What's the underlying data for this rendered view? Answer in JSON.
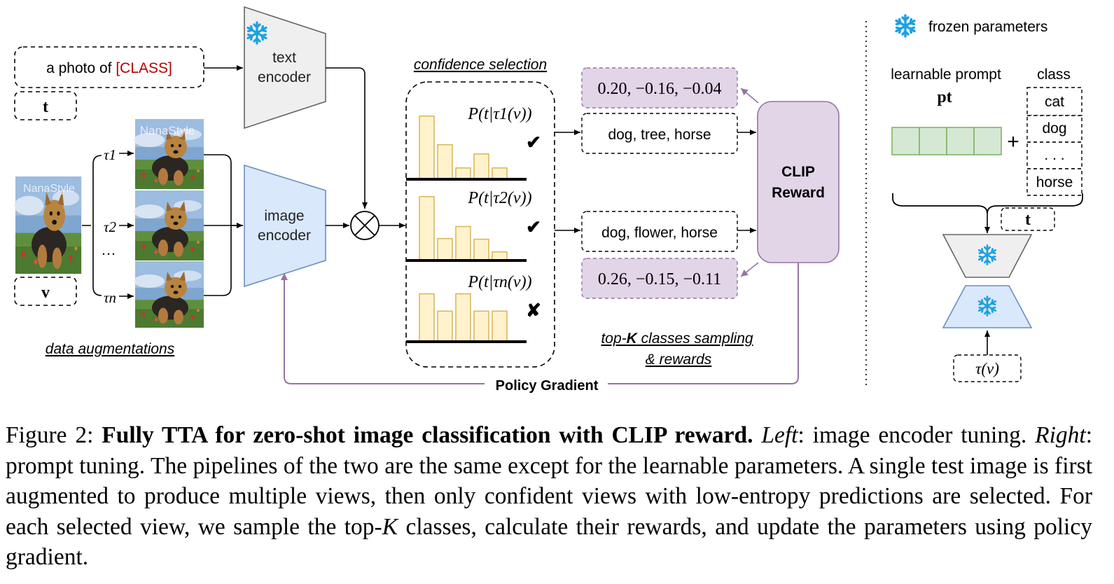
{
  "figure": {
    "text_encoder": {
      "line1": "text",
      "line2": "encoder"
    },
    "image_encoder": {
      "line1": "image",
      "line2": "encoder"
    },
    "prompt_box": {
      "prefix": "a photo of ",
      "class_token": "[CLASS]"
    },
    "t_label": "t",
    "v_label": "v",
    "watermark": "NanaStyle",
    "augment_labels": [
      "τ1",
      "τ2",
      "···",
      "τn"
    ],
    "data_augmentations": "data augmentations",
    "confidence_selection": "confidence selection",
    "probs": [
      "P(t|τ1(v))",
      "P(t|τ2(v))",
      "P(t|τn(v))"
    ],
    "check_marks": [
      "✔",
      "✔",
      "✘"
    ],
    "hist_values": [
      [
        0.95,
        0.52,
        0.17,
        0.38,
        0.17
      ],
      [
        0.96,
        0.33,
        0.51,
        0.32,
        0.13
      ],
      [
        0.72,
        0.46,
        0.72,
        0.46,
        0.46
      ]
    ],
    "sampled_classes": [
      "dog, tree, horse",
      "dog, flower, horse"
    ],
    "rewards": [
      "0.20, −0.16, −0.04",
      "0.26, −0.15, −0.11"
    ],
    "clip_reward": {
      "line1": "CLIP",
      "line2": "Reward"
    },
    "topk": {
      "line1a": "top-",
      "line1b": "K",
      "line1c": " classes sampling",
      "line2": "& rewards"
    },
    "policy_gradient": "Policy Gradient",
    "legend_frozen": "frozen parameters",
    "learnable_prompt": "learnable prompt",
    "p_t": "pt",
    "class_header": "class",
    "class_list": [
      "cat",
      "dog",
      ". . .",
      "horse"
    ],
    "right_t_label": "t",
    "tau_v": "τ(v)",
    "colors": {
      "encoder_text": "#efefef",
      "encoder_image": "#dae8fc",
      "clip_reward": "#e1d5e7",
      "reward_box": "#e1d5e7",
      "hist_bar": "#fff2cc",
      "hist_stroke": "#d6b656",
      "prompt_cell": "#d5e8d4",
      "prompt_stroke": "#82b366",
      "arrow_purple": "#9673a6",
      "snowflake": "#1ba1e2",
      "class_token": "#b20000"
    }
  },
  "caption": {
    "fig_label": "Figure 2: ",
    "bold": "Fully TTA for zero-shot image classification with CLIP reward.",
    "left_label": "Left",
    "left_text": ": image encoder tuning. ",
    "right_label": "Right",
    "rest1": ": prompt tuning. The pipelines of the two are the same except for the learnable parameters. A single test image is first augmented to produce multiple views, then only confident views with low-entropy predictions are selected. For each selected view, we sample the top-",
    "k": "K",
    "rest2": " classes, calculate their rewards, and update the parameters using policy gradient."
  }
}
